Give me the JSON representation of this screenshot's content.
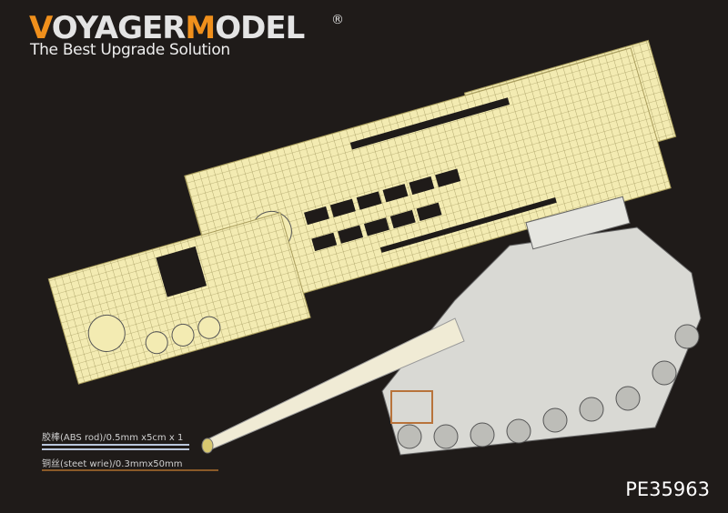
{
  "brand": {
    "logo_text_1": "V",
    "logo_text_2": "OYAGER",
    "logo_text_3": "M",
    "logo_text_4": "ODEL",
    "registered": "®",
    "tagline": "The Best Upgrade Solution"
  },
  "parts": {
    "rod_label": "胶棒(ABS rod)/0.5mm x5cm x 1",
    "wire_label": "铜丝(steet wrie)/0.3mmx50mm"
  },
  "product_code": "PE35963",
  "colors": {
    "background": "#1f1b19",
    "accent": "#f0901c",
    "brass": "#f2eab0"
  }
}
